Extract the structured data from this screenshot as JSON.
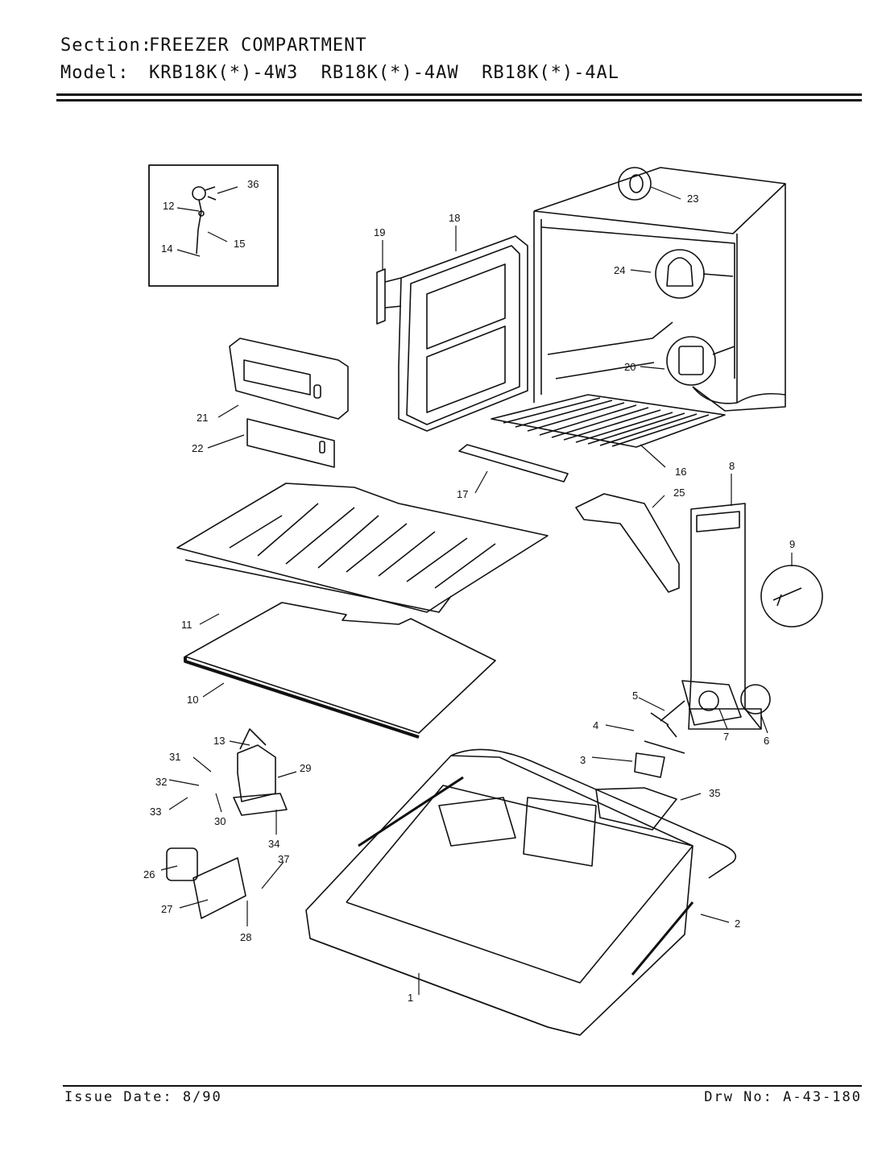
{
  "header": {
    "section_label": "Section:",
    "section_value": "FREEZER COMPARTMENT",
    "model_label": "Model:",
    "model_value": "KRB18K(*)-4W3  RB18K(*)-4AW  RB18K(*)-4AL"
  },
  "footer": {
    "issue_date": "Issue Date: 8/90",
    "drawing_number": "Drw No: A-43-180"
  },
  "callouts": [
    "1",
    "2",
    "3",
    "4",
    "5",
    "6",
    "7",
    "8",
    "9",
    "10",
    "11",
    "12",
    "13",
    "14",
    "15",
    "16",
    "17",
    "18",
    "19",
    "20",
    "21",
    "22",
    "23",
    "24",
    "25",
    "26",
    "27",
    "28",
    "29",
    "30",
    "31",
    "32",
    "33",
    "34",
    "35",
    "36",
    "37"
  ]
}
